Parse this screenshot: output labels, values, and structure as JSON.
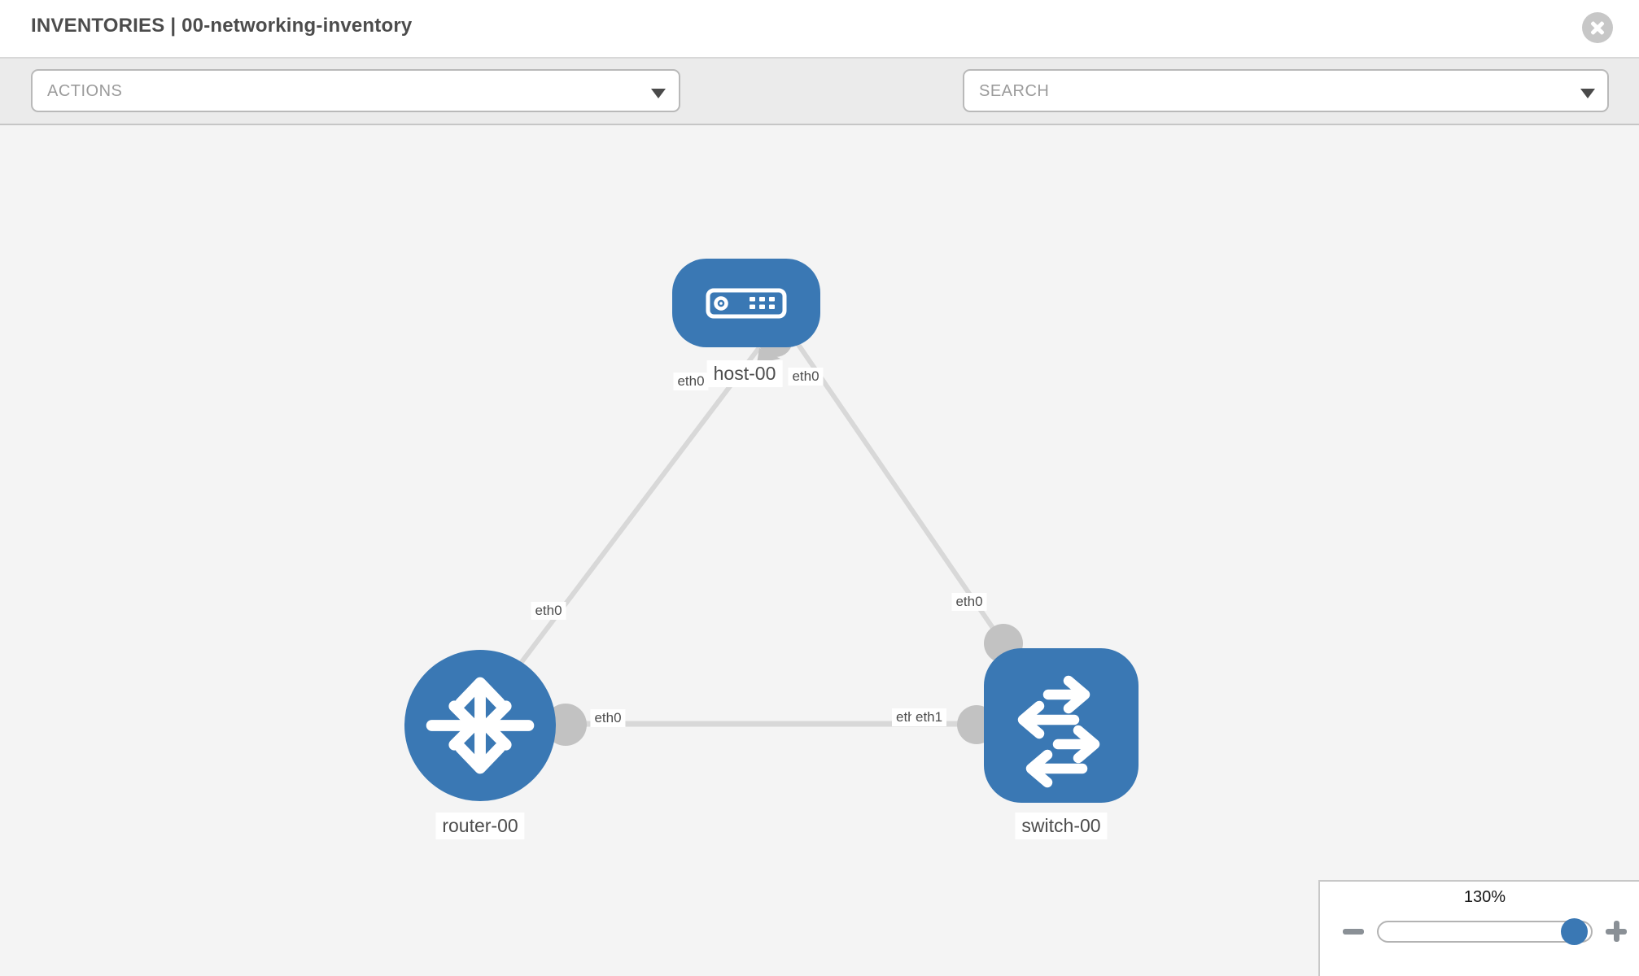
{
  "header": {
    "title": "INVENTORIES | 00-networking-inventory"
  },
  "toolbar": {
    "actions": {
      "label": "ACTIONS"
    },
    "search": {
      "label": "SEARCH"
    },
    "icons": {
      "wrench": "wrench",
      "key": "key"
    }
  },
  "topology": {
    "nodes": [
      {
        "id": "host-00",
        "type": "host",
        "label": "host-00"
      },
      {
        "id": "router-00",
        "type": "router",
        "label": "router-00"
      },
      {
        "id": "switch-00",
        "type": "switch",
        "label": "switch-00"
      }
    ],
    "links": [
      {
        "from": "host-00",
        "to": "router-00",
        "from_iface": "eth0",
        "to_iface": "eth0"
      },
      {
        "from": "host-00",
        "to": "switch-00",
        "from_iface": "eth0",
        "to_iface": "eth0"
      },
      {
        "from": "router-00",
        "to": "switch-00",
        "from_iface": "eth0",
        "to_iface": "eth1"
      }
    ],
    "iface_labels": {
      "host_to_router_at_host": "eth0",
      "host_to_switch_at_host": "eth0",
      "host_to_router_at_router": "eth0",
      "host_to_switch_at_switch": "eth0",
      "router_to_switch_at_router": "eth0",
      "router_to_switch_at_switch_back": "eth1",
      "router_to_switch_at_switch_front": "eth1"
    }
  },
  "zoom_panel": {
    "value": "130%"
  },
  "colors": {
    "node_blue": "#3a78b4",
    "link_gray": "#d8d8d8",
    "connector_gray": "#c2c2c2",
    "canvas_bg": "#f4f4f4"
  }
}
